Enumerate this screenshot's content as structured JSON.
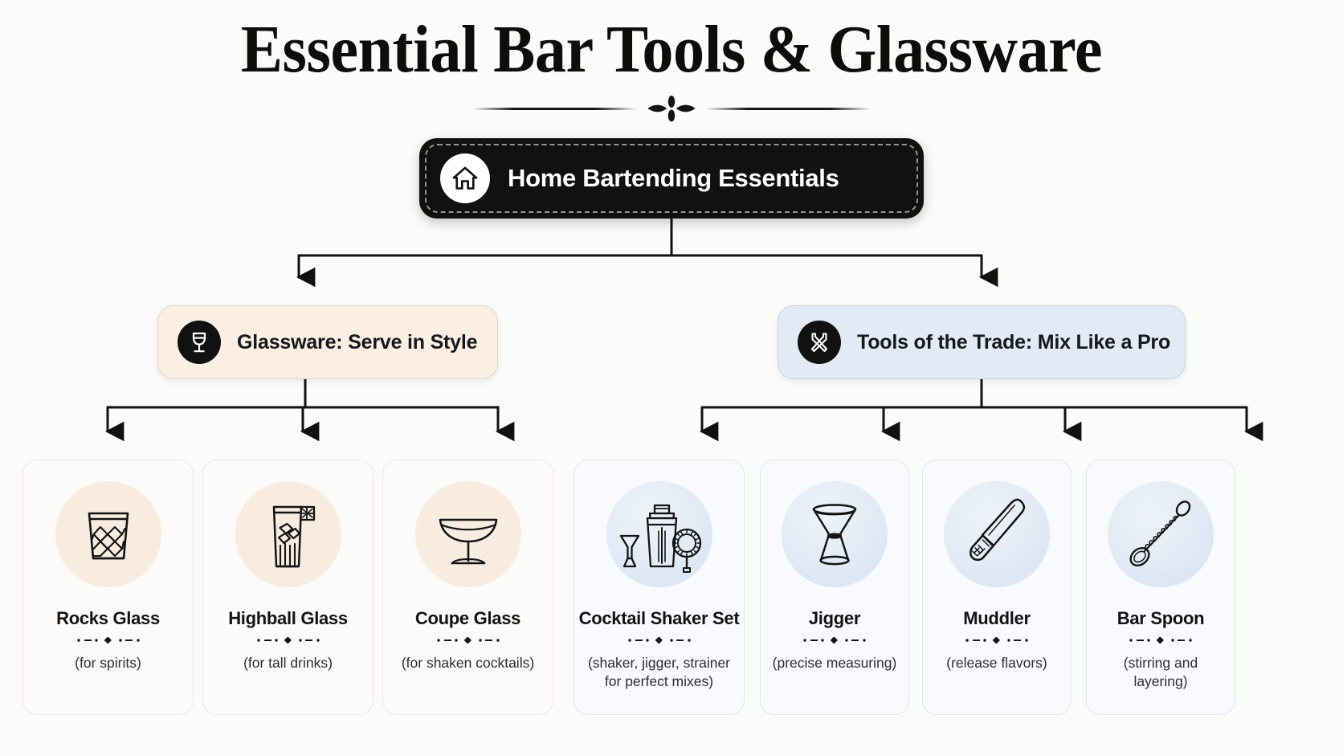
{
  "page": {
    "title": "Essential Bar Tools & Glassware",
    "background_color": "#fbfbfa"
  },
  "root": {
    "label": "Home Bartending Essentials",
    "icon": "home-icon",
    "background_color": "#111111",
    "text_color": "#ffffff"
  },
  "branches": [
    {
      "id": "glassware",
      "label": "Glassware: Serve in Style",
      "icon": "wine-glass-icon",
      "background_color": "#faefe2"
    },
    {
      "id": "tools",
      "label": "Tools of the Trade: Mix Like a Pro",
      "icon": "crossed-bar-tools-icon",
      "background_color": "#e2eaf5"
    }
  ],
  "cards": [
    {
      "id": "rocks",
      "title": "Rocks Glass",
      "caption": "(for spirits)",
      "icon": "rocks-glass-icon",
      "group": "glassware",
      "circle_color": "#f8ebdf"
    },
    {
      "id": "highball",
      "title": "Highball Glass",
      "caption": "(for tall drinks)",
      "icon": "highball-glass-icon",
      "group": "glassware",
      "circle_color": "#f8ebdf"
    },
    {
      "id": "coupe",
      "title": "Coupe Glass",
      "caption": "(for shaken cocktails)",
      "icon": "coupe-glass-icon",
      "group": "glassware",
      "circle_color": "#f8ebdf"
    },
    {
      "id": "shaker",
      "title": "Cocktail Shaker Set",
      "caption": "(shaker, jigger, strainer for perfect mixes)",
      "icon": "cocktail-shaker-set-icon",
      "group": "tools",
      "circle_color": "#dde7f4"
    },
    {
      "id": "jigger",
      "title": "Jigger",
      "caption": "(precise measuring)",
      "icon": "jigger-icon",
      "group": "tools",
      "circle_color": "#dde7f4"
    },
    {
      "id": "muddler",
      "title": "Muddler",
      "caption": "(release flavors)",
      "icon": "muddler-icon",
      "group": "tools",
      "circle_color": "#dde7f4"
    },
    {
      "id": "barspoon",
      "title": "Bar Spoon",
      "caption": "(stirring and layering)",
      "icon": "bar-spoon-icon",
      "group": "tools",
      "circle_color": "#dde7f4"
    }
  ]
}
